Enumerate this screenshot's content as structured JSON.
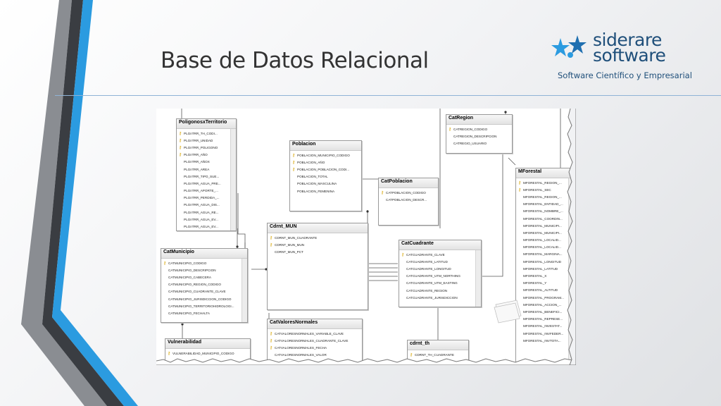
{
  "slide": {
    "title": "Base de Datos Relacional",
    "colors": {
      "accent": "#2b9be0",
      "dark": "#3a3d42",
      "title": "#333333",
      "rule": "#8fb3d6",
      "logo": "#1f4f7a"
    }
  },
  "logo": {
    "line1": "siderare",
    "line2": "software",
    "tagline": "Software Científico y Empresarial",
    "icon": "star-icon"
  },
  "tables": [
    {
      "name": "PoligonosxTerritorio",
      "columns": [
        {
          "label": "PLGnTRR_TH_CODI...",
          "key": true
        },
        {
          "label": "PLGnTRR_UNIDAD",
          "key": true
        },
        {
          "label": "PLGnTRR_POLIGONO",
          "key": true
        },
        {
          "label": "PLGnTRR_AÑO",
          "key": true
        },
        {
          "label": "PLGnTRR_AÑOX",
          "key": false
        },
        {
          "label": "PLGnTRR_AREA",
          "key": false
        },
        {
          "label": "PLGnTRR_TIPO_SUE...",
          "key": false
        },
        {
          "label": "PLGnTRR_AGUA_PRE...",
          "key": false
        },
        {
          "label": "PLGnTRR_APORTE_...",
          "key": false
        },
        {
          "label": "PLGnTRR_PERDIDA_...",
          "key": false
        },
        {
          "label": "PLGnTRR_AGUA_DIS...",
          "key": false
        },
        {
          "label": "PLGnTRR_AGUA_RE...",
          "key": false
        },
        {
          "label": "PLGnTRR_AGUA_EV...",
          "key": false
        },
        {
          "label": "PLGnTRR_AGUA_EV...",
          "key": false
        }
      ]
    },
    {
      "name": "Poblacion",
      "columns": [
        {
          "label": "POBLACION_MUNICIPIO_CODIGO",
          "key": true
        },
        {
          "label": "POBLACION_AÑO",
          "key": true
        },
        {
          "label": "POBLACION_POBLACION_CODI...",
          "key": true
        },
        {
          "label": "POBLACION_TOTAL",
          "key": false
        },
        {
          "label": "POBLACION_MASCULINA",
          "key": false
        },
        {
          "label": "POBLACION_FEMENINA",
          "key": false
        }
      ]
    },
    {
      "name": "CatRegion",
      "columns": [
        {
          "label": "CATREGION_CODIGO",
          "key": true
        },
        {
          "label": "CATREGION_DESCRIPCION",
          "key": false
        },
        {
          "label": "CATREGIO_USUARIO",
          "key": false
        }
      ]
    },
    {
      "name": "CatPoblacion",
      "columns": [
        {
          "label": "CATPOBLACION_CODIGO",
          "key": true
        },
        {
          "label": "CATPOBLACION_DESCR...",
          "key": false
        }
      ]
    },
    {
      "name": "MForestal",
      "columns": [
        {
          "label": "MFORESTAL_REGION_...",
          "key": true
        },
        {
          "label": "MFORESTAL_SEC",
          "key": true
        },
        {
          "label": "MFORESTAL_REGION_...",
          "key": false
        },
        {
          "label": "MFORESTAL_ENTIDAD_...",
          "key": false
        },
        {
          "label": "MFORESTAL_NOMBRE_...",
          "key": false
        },
        {
          "label": "MFORESTAL_COORDIN...",
          "key": false
        },
        {
          "label": "MFORESTAL_MUNICIPI...",
          "key": false
        },
        {
          "label": "MFORESTAL_MUNICIPI...",
          "key": false
        },
        {
          "label": "MFORESTAL_LOCALID...",
          "key": false
        },
        {
          "label": "MFORESTAL_LOCALID...",
          "key": false
        },
        {
          "label": "MFORESTAL_MARGINA...",
          "key": false
        },
        {
          "label": "MFORESTAL_LONGITUD",
          "key": false
        },
        {
          "label": "MFORESTAL_LATITUD",
          "key": false
        },
        {
          "label": "MFORESTAL_X",
          "key": false
        },
        {
          "label": "MFORESTAL_Y",
          "key": false
        },
        {
          "label": "MFORESTAL_ALTITUD",
          "key": false
        },
        {
          "label": "MFORESTAL_PROGRAM...",
          "key": false
        },
        {
          "label": "MFORESTAL_ACCION_...",
          "key": false
        },
        {
          "label": "MFORESTAL_BENEFICI...",
          "key": false
        },
        {
          "label": "MFORESTAL_REPRESE...",
          "key": false
        },
        {
          "label": "MFORESTAL_INVESTAT...",
          "key": false
        },
        {
          "label": "MFORESTAL_INVFEDER...",
          "key": false
        },
        {
          "label": "MFORESTAL_INVTOTA...",
          "key": false
        }
      ]
    },
    {
      "name": "Cdrnt_MUN",
      "columns": [
        {
          "label": "CDRNT_MUN_CUADRANTE",
          "key": true
        },
        {
          "label": "CDRNT_MUN_MUN",
          "key": true
        },
        {
          "label": "CDRNT_MUN_PCT",
          "key": false
        }
      ]
    },
    {
      "name": "CatMunicipio",
      "columns": [
        {
          "label": "CATMUNICIPIO_CODIGO",
          "key": true
        },
        {
          "label": "CATMUNICIPIO_DESCRIPCION",
          "key": false
        },
        {
          "label": "CATMUNICIPIO_CABECERA",
          "key": false
        },
        {
          "label": "CATMUNICIPIO_REGION_CODIGO",
          "key": false
        },
        {
          "label": "CATMUNICIPIO_CUADRANTE_CLAVE",
          "key": false
        },
        {
          "label": "CATMUNICIPIO_JURISDICCION_CODIGO",
          "key": false
        },
        {
          "label": "CATMUNICIPIO_TERRITORIOHIDROLOGI...",
          "key": false
        },
        {
          "label": "CATMUNICIPIO_FECHALTA",
          "key": false
        }
      ]
    },
    {
      "name": "CatCuadrante",
      "columns": [
        {
          "label": "CATCUADRANTE_CLAVE",
          "key": true
        },
        {
          "label": "CATCUADRANTE_LATITUD",
          "key": false
        },
        {
          "label": "CATCUADRANTE_LONGITUD",
          "key": false
        },
        {
          "label": "CATCUADRANTE_UTM_NORTHING",
          "key": false
        },
        {
          "label": "CATCUADRANTE_UTM_EASTING",
          "key": false
        },
        {
          "label": "CATCUADRANTE_REGION",
          "key": false
        },
        {
          "label": "CATCUADRANTE_JURISDICCION",
          "key": false
        }
      ]
    },
    {
      "name": "CatValoresNormales",
      "columns": [
        {
          "label": "CATVALORESNORMALES_VARIABLE_CLAVE",
          "key": true
        },
        {
          "label": "CATVALORESNORMALES_CUADRANTE_CLAVE",
          "key": true
        },
        {
          "label": "CATVALORESNORMALES_FECHA",
          "key": true
        },
        {
          "label": "CATVALORESNORMALES_VALOR",
          "key": false
        }
      ]
    },
    {
      "name": "Vulnerabilidad",
      "columns": [
        {
          "label": "VULNERABILIDAD_MUNICIPIO_CODIGO",
          "key": true
        }
      ]
    },
    {
      "name": "cdrnt_th",
      "columns": [
        {
          "label": "CDRNT_TH_CUADRANTE",
          "key": true
        }
      ]
    }
  ]
}
